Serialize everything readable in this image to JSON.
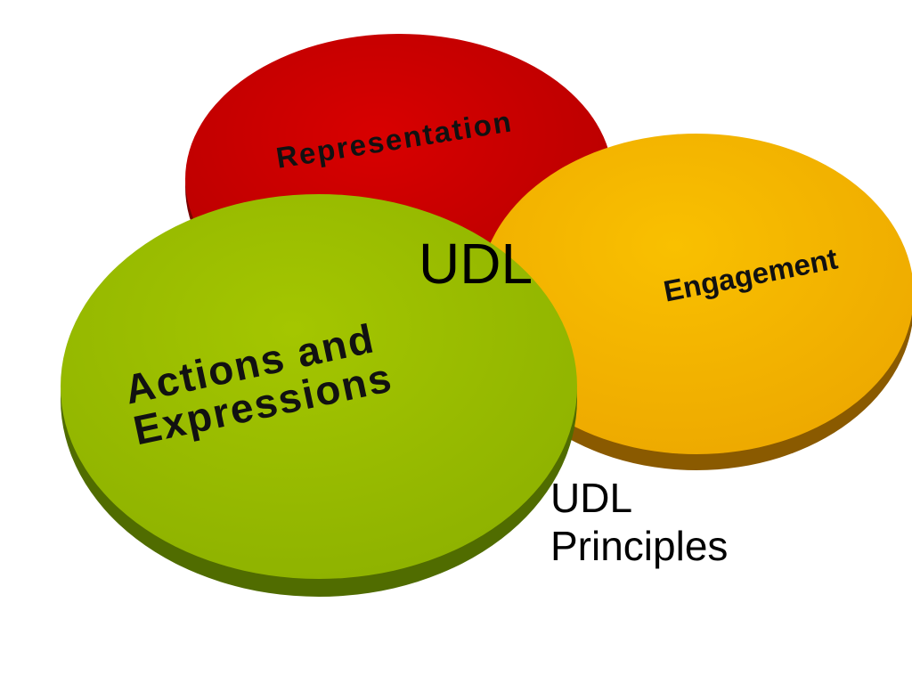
{
  "diagram": {
    "center_label": "UDL",
    "circles": [
      {
        "id": "representation",
        "label": "Representation",
        "color": "#c90000",
        "edge_color": "#8a0000"
      },
      {
        "id": "engagement",
        "label": "Engagement",
        "color": "#f5b800",
        "edge_color": "#9c6b00"
      },
      {
        "id": "actions",
        "label_line1": "Actions and",
        "label_line2": "Expressions",
        "color": "#9cbf00",
        "edge_color": "#5b7a00"
      }
    ]
  },
  "caption": {
    "line1": "UDL",
    "line2": "Principles"
  }
}
